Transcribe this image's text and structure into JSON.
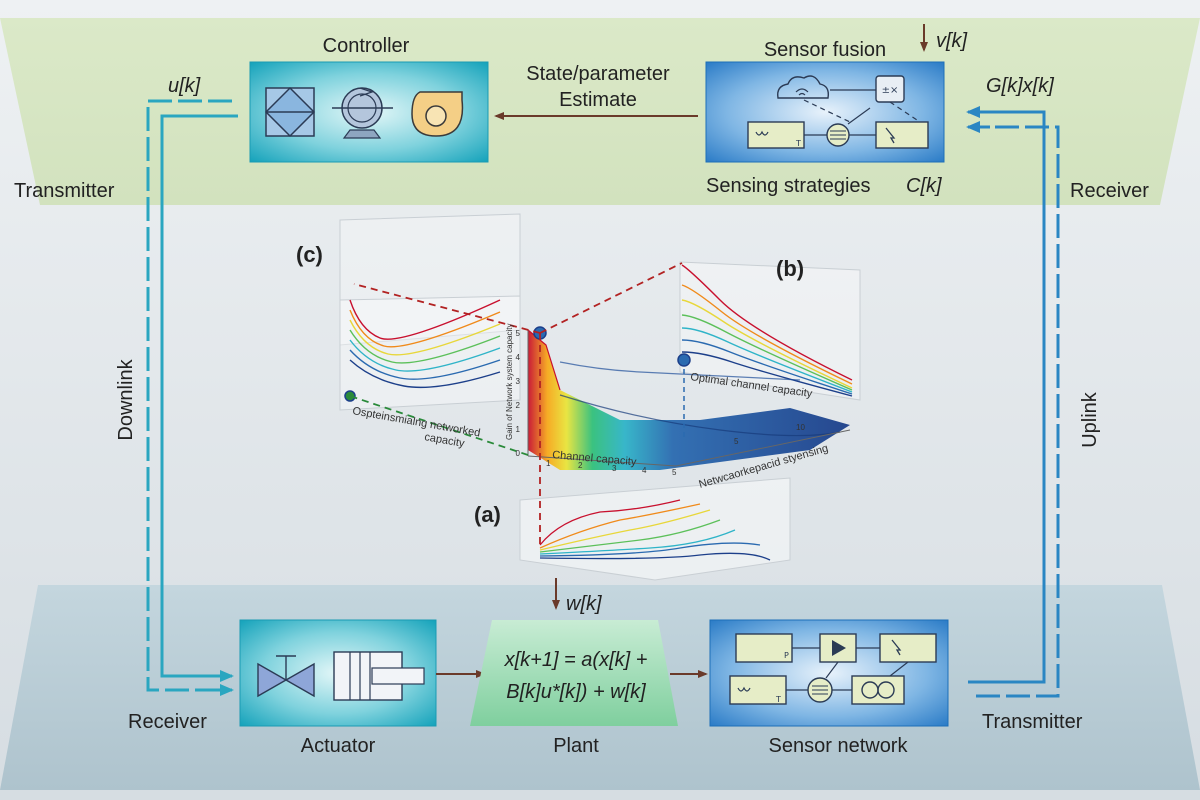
{
  "top_layer": {
    "controller_title": "Controller",
    "u_label": "u[k]",
    "transmitter_left": "Transmitter",
    "estimate_line1": "State/parameter",
    "estimate_line2": "Estimate",
    "sensor_fusion_title": "Sensor fusion",
    "v_label": "v[k]",
    "sensing_strategies": "Sensing strategies",
    "c_label": "C[k]",
    "gkxk_label": "G[k]x[k]",
    "receiver_right": "Receiver"
  },
  "middle": {
    "downlink": "Downlink",
    "uplink": "Uplink",
    "panel_a": "(a)",
    "panel_b": "(b)",
    "panel_c": "(c)",
    "z_axis_label": "Gain of Network system capacity",
    "x_axis_label": "Channel capacity",
    "y_axis_label": "Netwcaorkepacid styensing",
    "b_caption": "Optimal channel capacity",
    "c_caption_1": "Ospteinsmialng  networked",
    "c_caption_2": "capacity",
    "z_ticks": [
      "0",
      "1",
      "2",
      "3",
      "4",
      "5"
    ],
    "x_ticks": [
      "1",
      "2",
      "3",
      "4",
      "5"
    ],
    "y_ticks": [
      "5",
      "10"
    ]
  },
  "bottom_layer": {
    "w_label": "w[k]",
    "receiver_left": "Receiver",
    "actuator": "Actuator",
    "plant": "Plant",
    "plant_eq_line1": "x[k+1] = a(x[k] +",
    "plant_eq_line2": "B[k]u*[k]) + w[k]",
    "sensor_network": "Sensor network",
    "transmitter_right": "Transmitter"
  },
  "icons": [
    "level-gauge-icon",
    "pump-icon",
    "blower-icon",
    "valve-icon",
    "hydraulic-cylinder-icon",
    "cloud-icon",
    "calculator-icon",
    "computer-icon",
    "cursor-icon",
    "fan-icon",
    "player-icon",
    "twin-circle-icon"
  ],
  "colors": {
    "top_band": "#d9e8c4",
    "bottom_band": "#b8ccd6",
    "loop_line": "#2a86c3",
    "arrow_dark": "#6a3a2a",
    "plant_green": "#8fd3a8"
  }
}
